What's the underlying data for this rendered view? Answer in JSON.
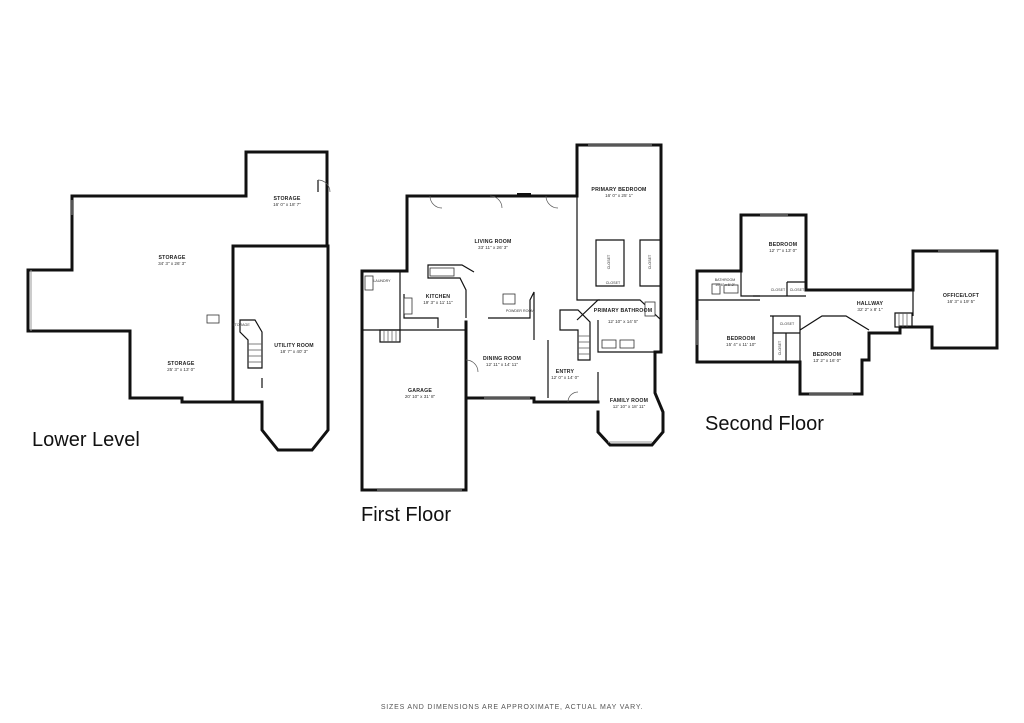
{
  "floors": {
    "lower": {
      "title": "Lower Level"
    },
    "first": {
      "title": "First Floor"
    },
    "second": {
      "title": "Second Floor"
    }
  },
  "rooms": {
    "lower_storage_top": {
      "name": "STORAGE",
      "dims": "16' 0\" x 18' 7\""
    },
    "lower_storage_main": {
      "name": "STORAGE",
      "dims": "34' 3\" x 26' 3\""
    },
    "lower_storage_bottom": {
      "name": "STORAGE",
      "dims": "25' 3\" x 13' 0\""
    },
    "lower_utility": {
      "name": "UTILITY ROOM",
      "dims": "18' 7\" x 40' 3\""
    },
    "lower_storage_small": {
      "name": "STORAGE"
    },
    "primary_bedroom": {
      "name": "PRIMARY BEDROOM",
      "dims": "16' 0\" x 25' 1\""
    },
    "living_room": {
      "name": "LIVING ROOM",
      "dims": "33' 11\" x 26' 3\""
    },
    "kitchen": {
      "name": "KITCHEN",
      "dims": "19' 3\" x 11' 11\""
    },
    "laundry": {
      "name": "LAUNDRY"
    },
    "powder": {
      "name": "POWDER ROOM"
    },
    "closet_a": {
      "name": "CLOSET"
    },
    "closet_b": {
      "name": "CLOSET"
    },
    "closet_c": {
      "name": "CLOSET"
    },
    "primary_bathroom": {
      "name": "PRIMARY BATHROOM",
      "dims": "12' 10\" x 14' 5\""
    },
    "dining_room": {
      "name": "DINING ROOM",
      "dims": "12' 11\" x 14' 11\""
    },
    "entry": {
      "name": "ENTRY",
      "dims": "12' 0\" x 14' 0\""
    },
    "garage": {
      "name": "GARAGE",
      "dims": "20' 10\" x 31' 8\""
    },
    "family_room": {
      "name": "FAMILY ROOM",
      "dims": "12' 10\" x 18' 11\""
    },
    "bedroom_top": {
      "name": "BEDROOM",
      "dims": "12' 7\" x 13' 0\""
    },
    "bathroom": {
      "name": "BATHROOM",
      "dims": "10' 6\" x 5' 2\""
    },
    "closet_s1": {
      "name": "CLOSET"
    },
    "closet_s2": {
      "name": "CLOSET"
    },
    "closet_s3": {
      "name": "CLOSET"
    },
    "closet_s4": {
      "name": "CLOSET"
    },
    "hallway": {
      "name": "HALLWAY",
      "dims": "32' 2\" x 8' 1\""
    },
    "office_loft": {
      "name": "OFFICE/LOFT",
      "dims": "16' 3\" x 19' 5\""
    },
    "bedroom_left": {
      "name": "BEDROOM",
      "dims": "15' 4\" x 11' 10\""
    },
    "bedroom_right": {
      "name": "BEDROOM",
      "dims": "13' 2\" x 16' 0\""
    }
  },
  "footer": {
    "disclaimer": "SIZES AND DIMENSIONS ARE APPROXIMATE, ACTUAL MAY VARY."
  }
}
